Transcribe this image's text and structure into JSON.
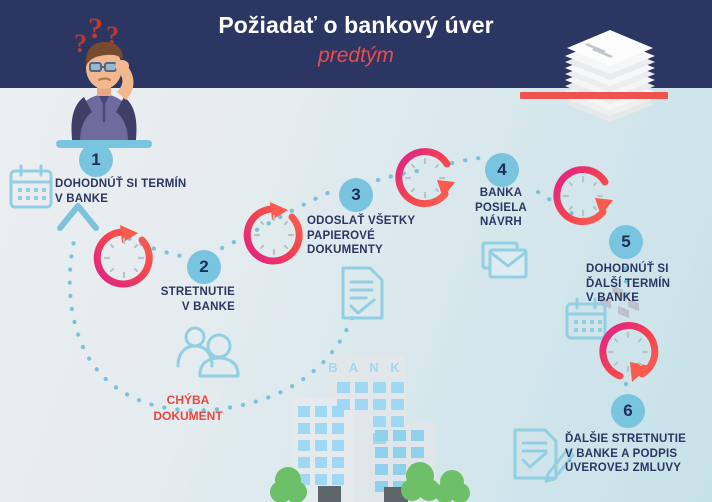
{
  "header": {
    "title": "Požiadať o bankový úver",
    "subtitle": "predtým",
    "bg_color": "#2b3663",
    "title_color": "#ffffff",
    "subtitle_color": "#ef4a4a"
  },
  "theme": {
    "accent_blue": "#79c4de",
    "icon_blue": "#93cfe3",
    "text_navy": "#2b3663",
    "error_red": "#f0453f",
    "clock_pink": "#e0218a",
    "clock_coral": "#fb5b4c",
    "dot_blue": "#7cc2da",
    "bank_green": "#6dc067"
  },
  "steps": [
    {
      "number": "1",
      "label": "DOHODNÚŤ SI TERMÍN\nV BANKE",
      "icon": "calendar-icon"
    },
    {
      "number": "2",
      "label": "STRETNUTIE\nV BANKE",
      "icon": "people-icon"
    },
    {
      "number": "3",
      "label": "ODOSLAŤ VŠETKY\nPAPIEROVÉ\nDOKUMENTY",
      "icon": "document-check-icon"
    },
    {
      "number": "4",
      "label": "BANKA\nPOSIELA\nNÁVRH",
      "icon": "envelope-icon"
    },
    {
      "number": "5",
      "label": "DOHODNÚŤ SI\nĎALŠÍ TERMÍN\nV BANKE",
      "icon": "calendar-icon"
    },
    {
      "number": "6",
      "label": "ĎALŠIE STRETNUTIE\nV BANKE A PODPIS\nÚVEROVEJ ZMLUVY",
      "icon": "document-pen-icon"
    }
  ],
  "annotations": {
    "error_loop": "CHÝBA\nDOKUMENT"
  },
  "illustrations": {
    "thinking_man": {
      "question_marks": [
        "?",
        "?",
        "?"
      ]
    },
    "paper_stack": "paper-stack-icon",
    "bank_building": {
      "sign": "B A N K"
    }
  },
  "clocks": [
    {
      "id": "clock-1",
      "arrow": "up-right"
    },
    {
      "id": "clock-2",
      "arrow": "up-right"
    },
    {
      "id": "clock-3",
      "arrow": "down-right"
    },
    {
      "id": "clock-4",
      "arrow": "down-right"
    },
    {
      "id": "clock-5",
      "arrow": "down-left"
    }
  ]
}
